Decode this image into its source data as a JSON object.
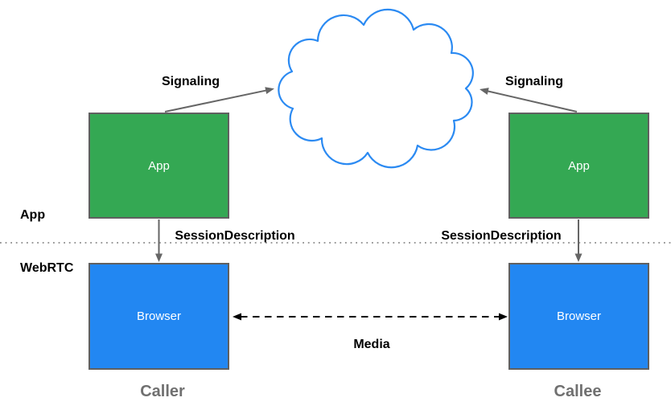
{
  "layers": {
    "app": "App",
    "webrtc": "WebRTC"
  },
  "nodes": {
    "caller_app": {
      "label": "App"
    },
    "callee_app": {
      "label": "App"
    },
    "caller_browser": {
      "label": "Browser"
    },
    "callee_browser": {
      "label": "Browser"
    }
  },
  "edges": {
    "signaling_left": {
      "label": "Signaling"
    },
    "signaling_right": {
      "label": "Signaling"
    },
    "session_description_left": {
      "label": "SessionDescription"
    },
    "session_description_right": {
      "label": "SessionDescription"
    },
    "media": {
      "label": "Media"
    }
  },
  "captions": {
    "caller": "Caller",
    "callee": "Callee"
  },
  "icons": {
    "cloud": "signaling-cloud"
  },
  "colors": {
    "app_box_fill": "#34a853",
    "browser_box_fill": "#2287f2",
    "box_border": "#606060",
    "cloud_stroke": "#2b8af2",
    "arrow_gray": "#666666",
    "arrow_black": "#000000",
    "caption_gray": "#707070",
    "divider_dots": "#999999"
  }
}
